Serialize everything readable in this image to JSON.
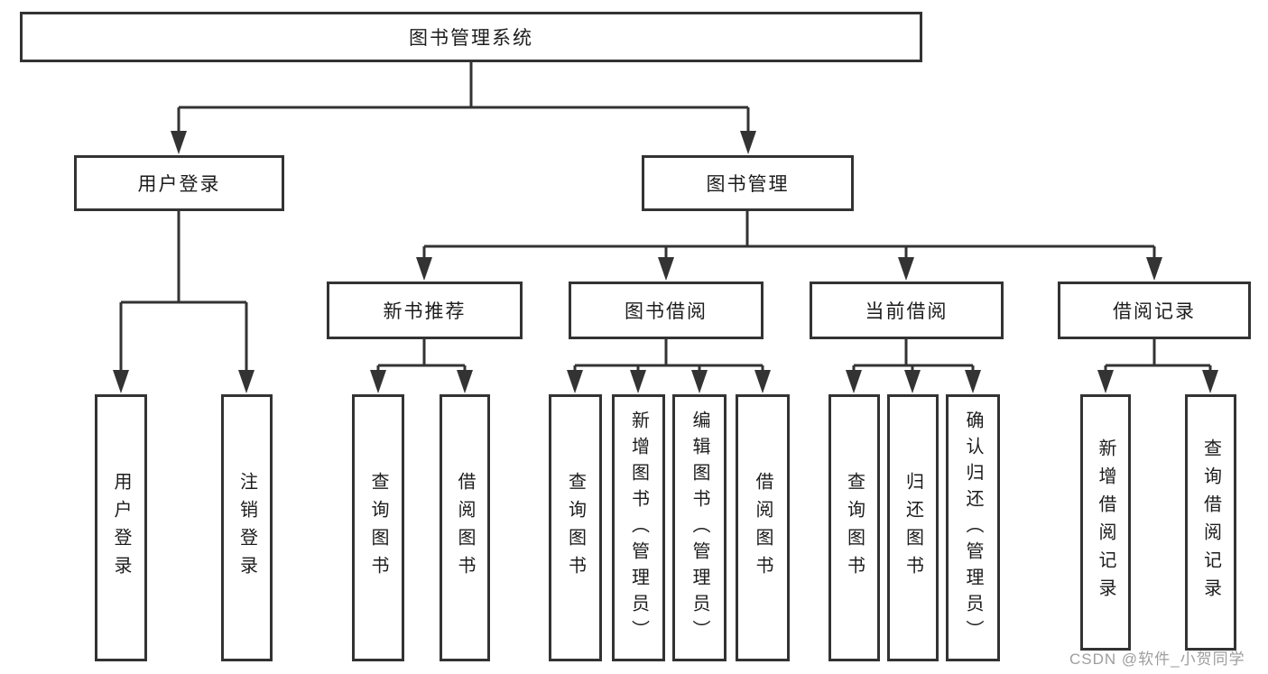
{
  "tree": {
    "label": "图书管理系统",
    "children": [
      {
        "label": "用户登录",
        "children": [
          {
            "label": "用户登录"
          },
          {
            "label": "注销登录"
          }
        ]
      },
      {
        "label": "图书管理",
        "children": [
          {
            "label": "新书推荐",
            "children": [
              {
                "label": "查询图书"
              },
              {
                "label": "借阅图书"
              }
            ]
          },
          {
            "label": "图书借阅",
            "children": [
              {
                "label": "查询图书"
              },
              {
                "label": "新增图书（管理员）"
              },
              {
                "label": "编辑图书（管理员）"
              },
              {
                "label": "借阅图书"
              }
            ]
          },
          {
            "label": "当前借阅",
            "children": [
              {
                "label": "查询图书"
              },
              {
                "label": "归还图书"
              },
              {
                "label": "确认归还（管理员）"
              }
            ]
          },
          {
            "label": "借阅记录",
            "children": [
              {
                "label": "新增借阅记录"
              },
              {
                "label": "查询借阅记录"
              }
            ]
          }
        ]
      }
    ]
  },
  "watermark": {
    "text": "CSDN @软件_小贺同学",
    "color": "#9e9e9e"
  },
  "colors": {
    "line": "#333333",
    "box_border": "#333333",
    "box_fill": "#ffffff",
    "text": "#1c1c1c",
    "background": "#ffffff"
  }
}
